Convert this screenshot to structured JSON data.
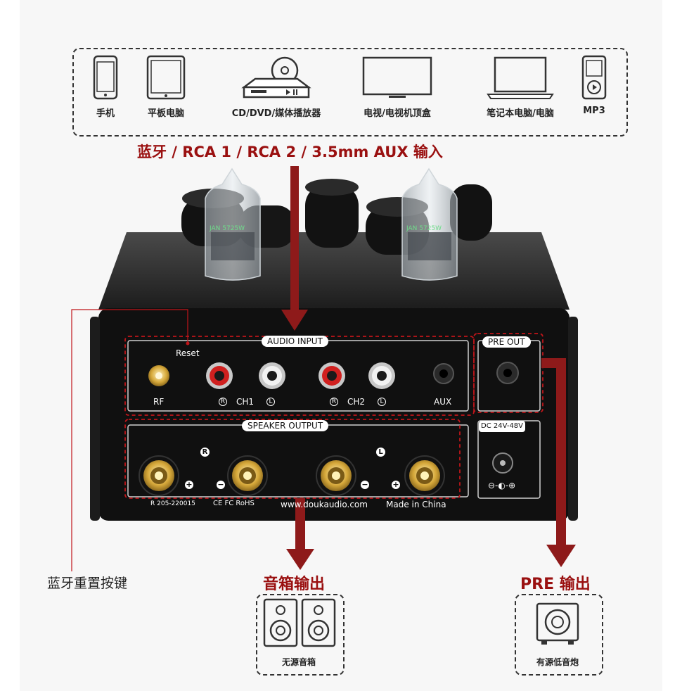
{
  "sources": [
    {
      "label": "手机",
      "icon": "phone-icon"
    },
    {
      "label": "平板电脑",
      "icon": "tablet-icon"
    },
    {
      "label": "CD/DVD/媒体播放器",
      "icon": "dvd-player-icon"
    },
    {
      "label": "电视/电视机顶盒",
      "icon": "tv-icon"
    },
    {
      "label": "笔记本电脑/电脑",
      "icon": "laptop-icon"
    },
    {
      "label": "MP3",
      "icon": "mp3-player-icon"
    }
  ],
  "input_heading": "蓝牙 / RCA 1 / RCA 2 / 3.5mm AUX 输入",
  "panel": {
    "audio_input": "AUDIO INPUT",
    "reset": "Reset",
    "rf": "RF",
    "ch1": "CH1",
    "ch2": "CH2",
    "aux": "AUX",
    "r": "R",
    "l": "L",
    "pre_out": "PRE OUT",
    "speaker_output": "SPEAKER OUTPUT",
    "dc": "DC 24V-48V",
    "cert": "R 205-220015",
    "marks": "CE FC RoHS",
    "url": "www.doukaudio.com",
    "made": "Made in China",
    "tube_text": "JAN 5725W"
  },
  "reset_label": "蓝牙重置按键",
  "speaker_heading": "音箱输出",
  "pre_heading": "PRE 输出",
  "speaker_caption": "无源音箱",
  "sub_caption": "有源低音炮",
  "colors": {
    "accent": "#9a1010",
    "arrow": "#8e1a1a",
    "panel": "#111111"
  }
}
